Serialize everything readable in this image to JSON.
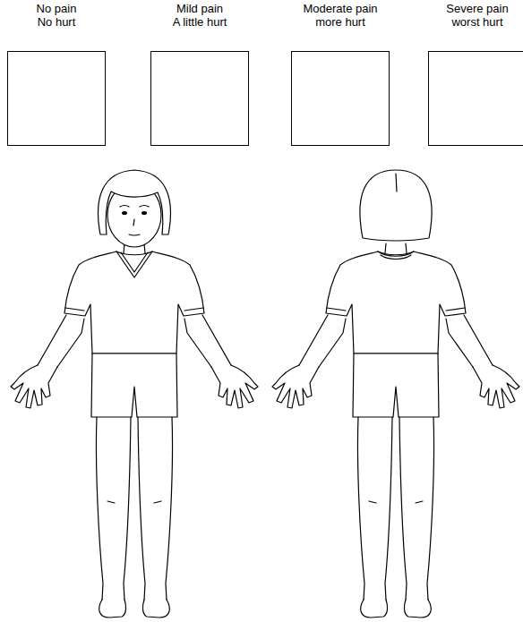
{
  "diagram": {
    "nodes": [
      {
        "text": [
          "No pain",
          "No hurt"
        ]
      },
      {
        "text": [
          "Mild pain",
          "A little hurt"
        ]
      },
      {
        "text": [
          "Moderate pain",
          "more hurt"
        ]
      },
      {
        "text": [
          "Severe pain",
          "worst hurt"
        ]
      }
    ]
  }
}
